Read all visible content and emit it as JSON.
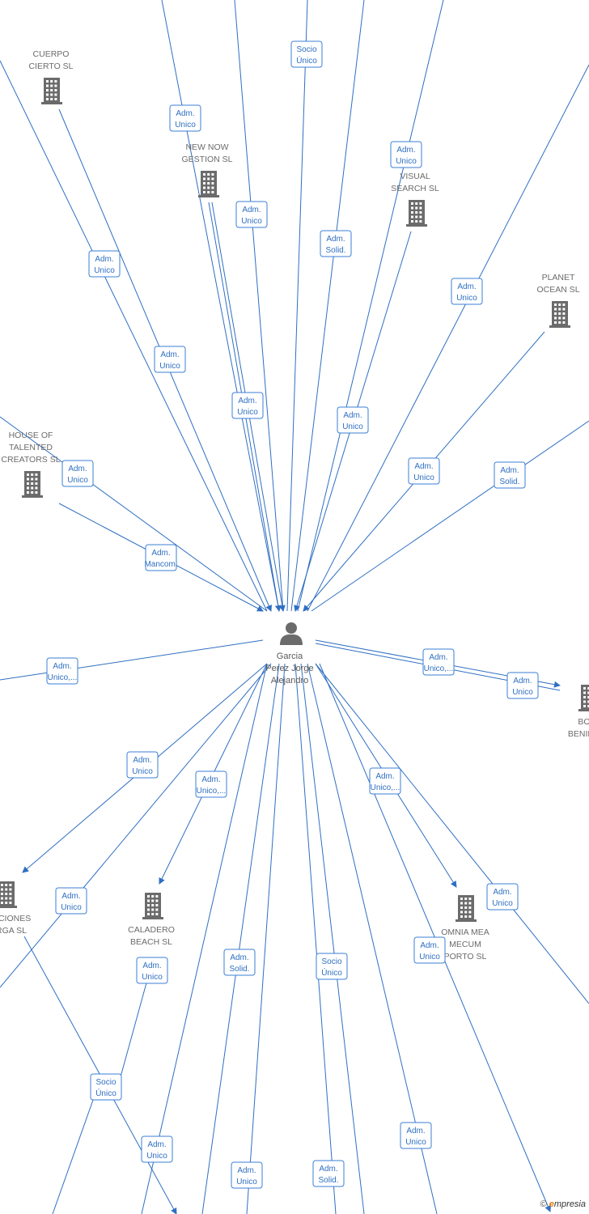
{
  "center": {
    "name_lines": [
      "Garcia",
      "Perez Jorge",
      "Alejandro"
    ],
    "icon": "person-icon"
  },
  "companies": [
    {
      "id": "cuerpo",
      "lines": [
        "CUERPO",
        "CIERTO SL"
      ]
    },
    {
      "id": "newnow",
      "lines": [
        "NEW NOW",
        "GESTION  SL"
      ]
    },
    {
      "id": "visual",
      "lines": [
        "VISUAL",
        "SEARCH  SL"
      ]
    },
    {
      "id": "planet",
      "lines": [
        "PLANET",
        "OCEAN SL"
      ]
    },
    {
      "id": "house",
      "lines": [
        "HOUSE OF",
        "TALENTED",
        "CREATORS  SL"
      ]
    },
    {
      "id": "bo",
      "lines": [
        "BO",
        "BENIDO"
      ]
    },
    {
      "id": "ociones",
      "lines": [
        "OCIONES",
        "RGA  SL"
      ]
    },
    {
      "id": "caladero",
      "lines": [
        "CALADERO",
        "BEACH  SL"
      ]
    },
    {
      "id": "omnia",
      "lines": [
        "OMNIA MEA",
        "MECUM",
        "PORTO SL"
      ]
    }
  ],
  "edge_labels": [
    {
      "lines": [
        "Socio",
        "Único"
      ]
    },
    {
      "lines": [
        "Adm.",
        "Unico"
      ]
    },
    {
      "lines": [
        "Adm.",
        "Unico"
      ]
    },
    {
      "lines": [
        "Adm.",
        "Unico"
      ]
    },
    {
      "lines": [
        "Adm.",
        "Solid."
      ]
    },
    {
      "lines": [
        "Adm.",
        "Unico"
      ]
    },
    {
      "lines": [
        "Adm.",
        "Unico"
      ]
    },
    {
      "lines": [
        "Adm.",
        "Unico"
      ]
    },
    {
      "lines": [
        "Adm.",
        "Unico"
      ]
    },
    {
      "lines": [
        "Adm.",
        "Unico"
      ]
    },
    {
      "lines": [
        "Adm.",
        "Unico"
      ]
    },
    {
      "lines": [
        "Adm.",
        "Unico"
      ]
    },
    {
      "lines": [
        "Adm.",
        "Solid."
      ]
    },
    {
      "lines": [
        "Adm.",
        "Mancom."
      ]
    },
    {
      "lines": [
        "Adm.",
        "Unico,..."
      ]
    },
    {
      "lines": [
        "Adm.",
        "Unico,..."
      ]
    },
    {
      "lines": [
        "Adm.",
        "Unico"
      ]
    },
    {
      "lines": [
        "Adm.",
        "Unico"
      ]
    },
    {
      "lines": [
        "Adm.",
        "Unico,..."
      ]
    },
    {
      "lines": [
        "Adm.",
        "Unico,..."
      ]
    },
    {
      "lines": [
        "Adm.",
        "Unico"
      ]
    },
    {
      "lines": [
        "Adm.",
        "Unico"
      ]
    },
    {
      "lines": [
        "Adm.",
        "Unico"
      ]
    },
    {
      "lines": [
        "Adm.",
        "Solid."
      ]
    },
    {
      "lines": [
        "Socio",
        "Único"
      ]
    },
    {
      "lines": [
        "Adm.",
        "Unico"
      ]
    },
    {
      "lines": [
        "Socio",
        "Único"
      ]
    },
    {
      "lines": [
        "Adm.",
        "Unico"
      ]
    },
    {
      "lines": [
        "Adm.",
        "Unico"
      ]
    },
    {
      "lines": [
        "Adm.",
        "Solid."
      ]
    },
    {
      "lines": [
        "Adm.",
        "Unico"
      ]
    }
  ],
  "footer": {
    "copyright": "©",
    "brand_e": "e",
    "brand_rest": "mpresia"
  },
  "colors": {
    "edge": "#2f6fc2",
    "node_icon": "#6b6b6b",
    "person_icon": "#6b6b6b"
  }
}
